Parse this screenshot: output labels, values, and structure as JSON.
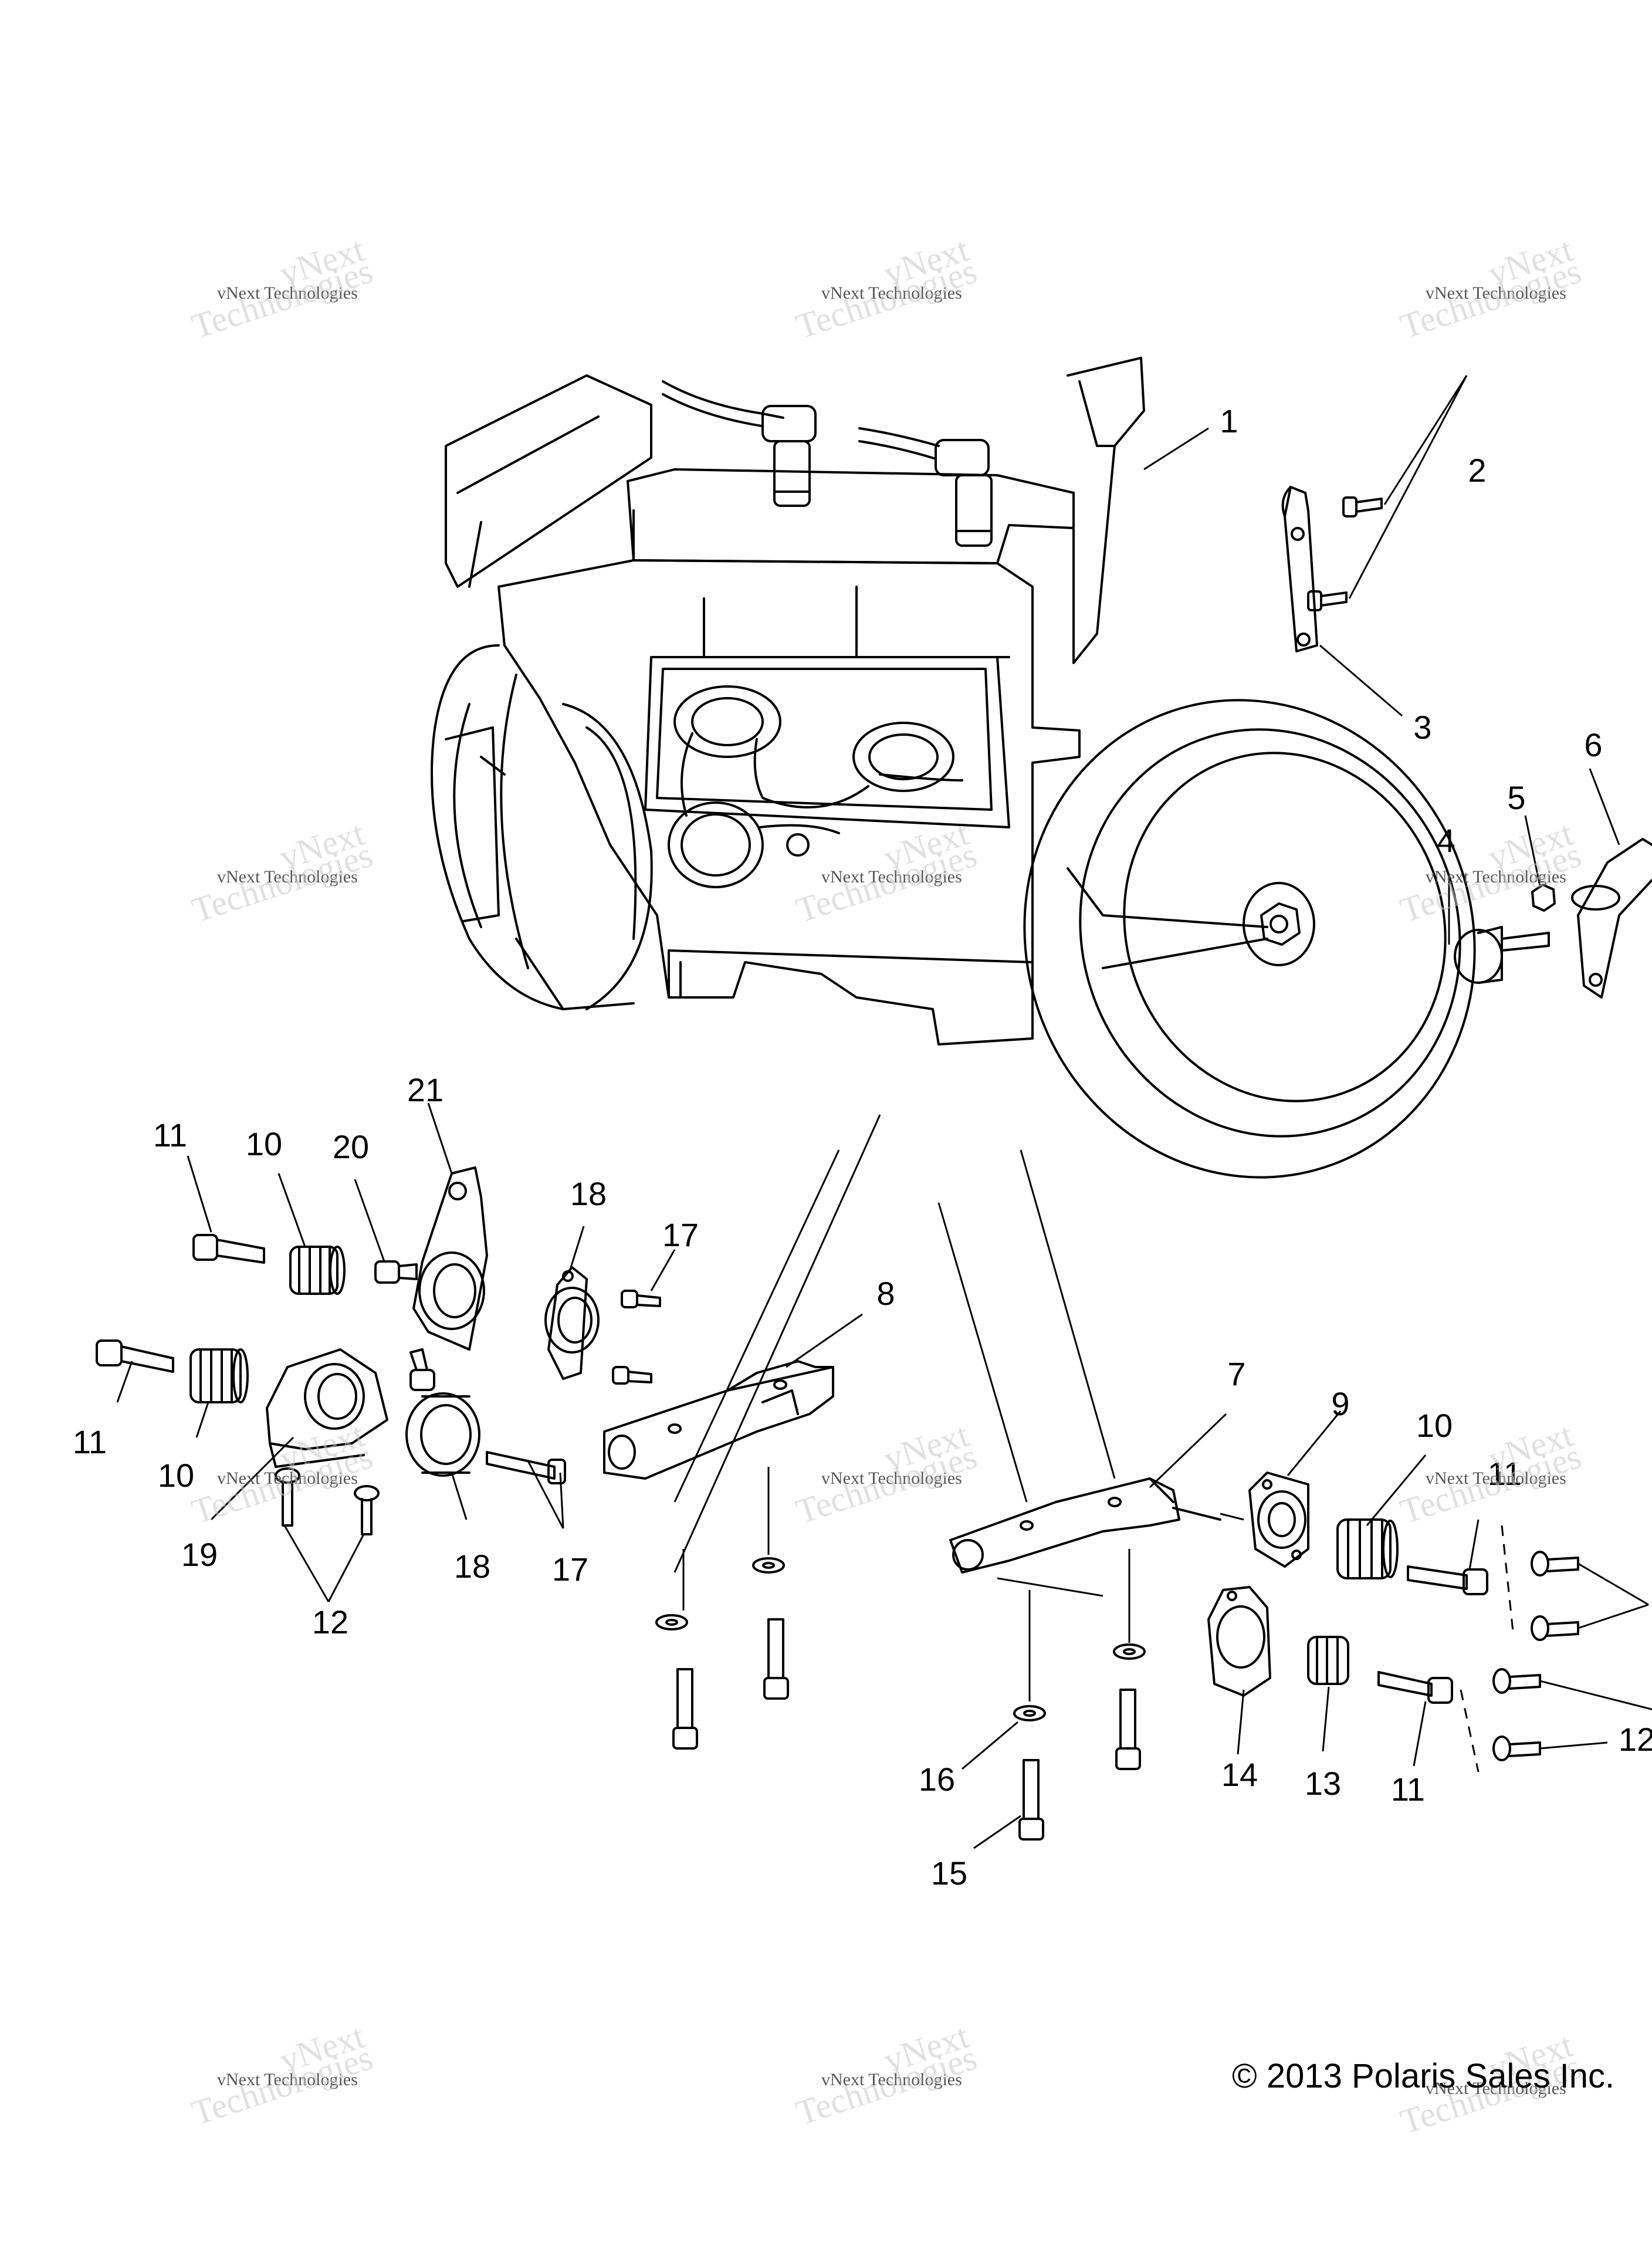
{
  "callouts": [
    "1",
    "2",
    "3",
    "4",
    "5",
    "6",
    "7",
    "8",
    "9",
    "10",
    "11",
    "12",
    "13",
    "14",
    "15",
    "16",
    "17",
    "18",
    "19",
    "20",
    "21"
  ],
  "watermark": {
    "line1": "vNext Technologies",
    "big_top": "vNext",
    "big_bottom": "Technologies"
  },
  "copyright": "© 2013 Polaris Sales Inc.",
  "colors": {
    "line": "#000000",
    "background": "#ffffff",
    "watermark": "#9a9a9a"
  }
}
